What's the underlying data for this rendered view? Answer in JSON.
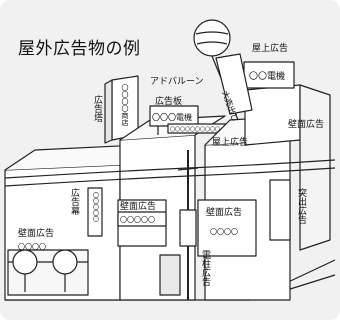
{
  "title": "屋外広告物の例",
  "labels": {
    "advertising_balloon": "アドバルーン",
    "balloon_banner": "大売出し",
    "rooftop_ad_top": "屋上広告",
    "rooftop_ad_top_sign": "〇〇電機",
    "advertising_tower": "広告塔",
    "tower_text": "〇〇〇〇商店",
    "billboard": "広告板",
    "billboard_sign": "〇〇〇電機",
    "rooftop_ad_mid": "屋上広告",
    "wall_ad_top_right": "壁面広告",
    "wall_ad_center": "壁面広告",
    "wall_ad_center_sign": "〇〇〇〇〇",
    "wall_ad_right_building": "壁面広告",
    "wall_ad_right_sign": "〇〇〇〇",
    "projecting_ad": "突出広告",
    "banner_ad": "広告幕",
    "banner_text": "〇〇〇〇〇",
    "wall_ad_left": "壁面広告",
    "wall_ad_left_sign": "〇〇〇〇",
    "utility_pole_ad": "電柱広告",
    "strip_sign": "〇〇〇〇〇〇〇〇〇〇"
  }
}
